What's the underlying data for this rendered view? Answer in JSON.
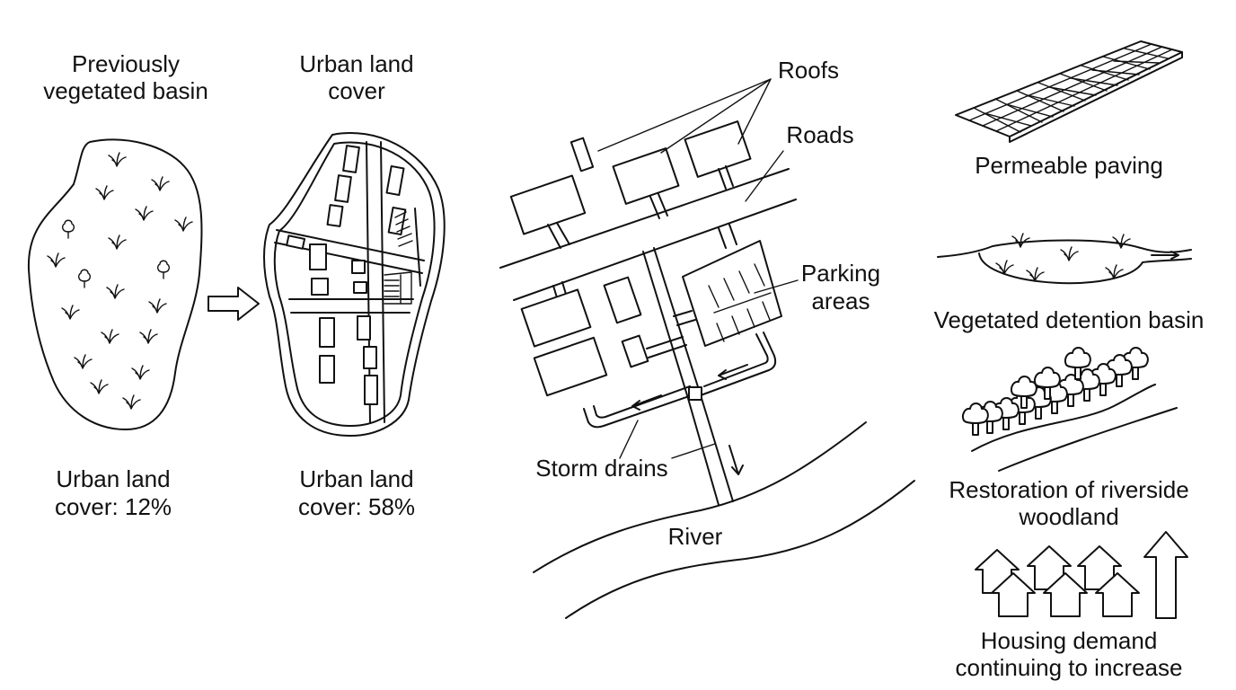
{
  "panel1": {
    "title_line1": "Previously",
    "title_line2": "vegetated basin",
    "caption_line1": "Urban land",
    "caption_line2": "cover: 12%"
  },
  "panel2": {
    "title_line1": "Urban land",
    "title_line2": "cover",
    "caption_line1": "Urban land",
    "caption_line2": "cover: 58%"
  },
  "map_labels": {
    "roofs": "Roofs",
    "roads": "Roads",
    "parking_line1": "Parking",
    "parking_line2": "areas",
    "storm_drains": "Storm drains",
    "river": "River"
  },
  "measures": {
    "permeable_paving": "Permeable paving",
    "detention_basin": "Vegetated detention basin",
    "woodland_line1": "Restoration of riverside",
    "woodland_line2": "woodland",
    "housing_line1": "Housing demand",
    "housing_line2": "continuing to increase"
  },
  "icons": {
    "transition": "outline-arrow-right-icon",
    "increase": "outline-arrow-up-icon"
  }
}
